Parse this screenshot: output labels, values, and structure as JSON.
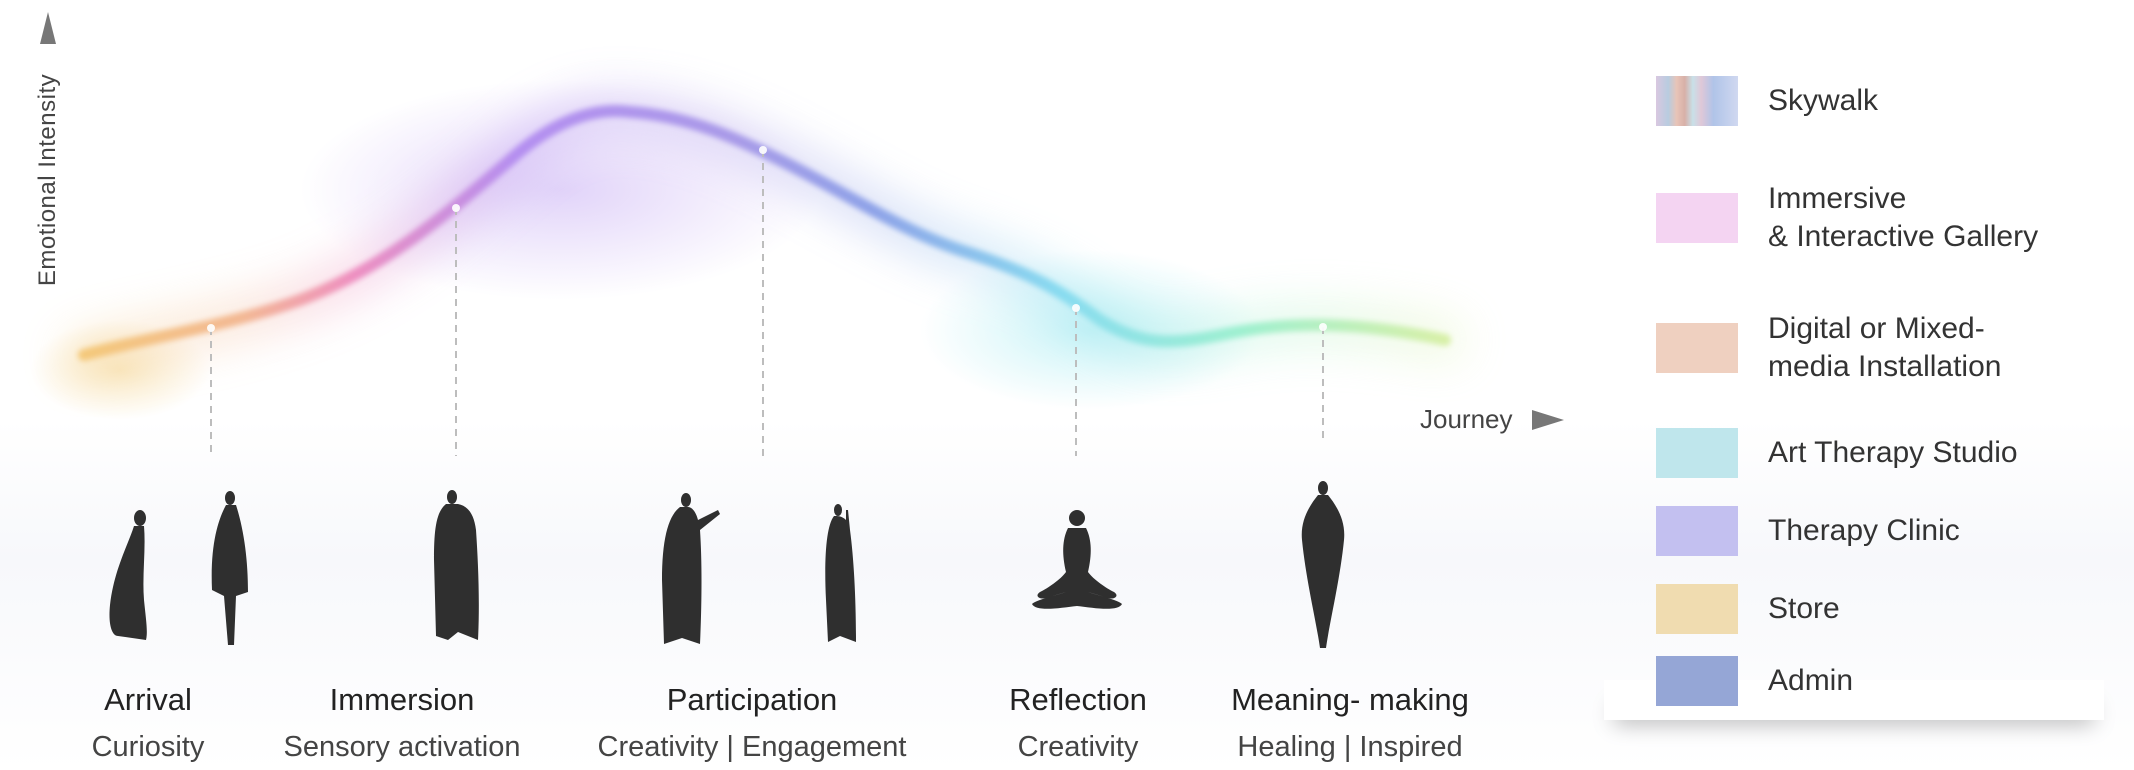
{
  "axes": {
    "y_label": "Emotional Intensity",
    "x_label": "Journey"
  },
  "stages": [
    {
      "title": "Arrival",
      "subtitle": "Curiosity"
    },
    {
      "title": "Immersion",
      "subtitle": "Sensory activation"
    },
    {
      "title": "Participation",
      "subtitle": "Creativity | Engagement"
    },
    {
      "title": "Reflection",
      "subtitle": "Creativity"
    },
    {
      "title": "Meaning- making",
      "subtitle": "Healing | Inspired"
    }
  ],
  "legend": [
    {
      "label": "Skywalk",
      "color": "#c9b8d6"
    },
    {
      "label": "Immersive\n& Interactive Gallery",
      "color": "#f4d4f2"
    },
    {
      "label": "Digital or Mixed-\nmedia Installation",
      "color": "#efd0c0"
    },
    {
      "label": "Art Therapy Studio",
      "color": "#bfe6ec"
    },
    {
      "label": "Therapy Clinic",
      "color": "#c3c0f0"
    },
    {
      "label": "Store",
      "color": "#f0dcb0"
    },
    {
      "label": "Admin",
      "color": "#95a6d6"
    }
  ],
  "colors": {
    "curve_start": "#f4c97a",
    "curve_pink": "#ee8fc0",
    "curve_purple": "#b48ef0",
    "curve_blue": "#8ea2e8",
    "curve_cyan": "#88dcf0",
    "curve_green": "#9ef0d0",
    "curve_end": "#d8f0a8",
    "silhouette": "#2f2f2f",
    "guide": "#bdbdbd",
    "arrow": "#777777"
  }
}
